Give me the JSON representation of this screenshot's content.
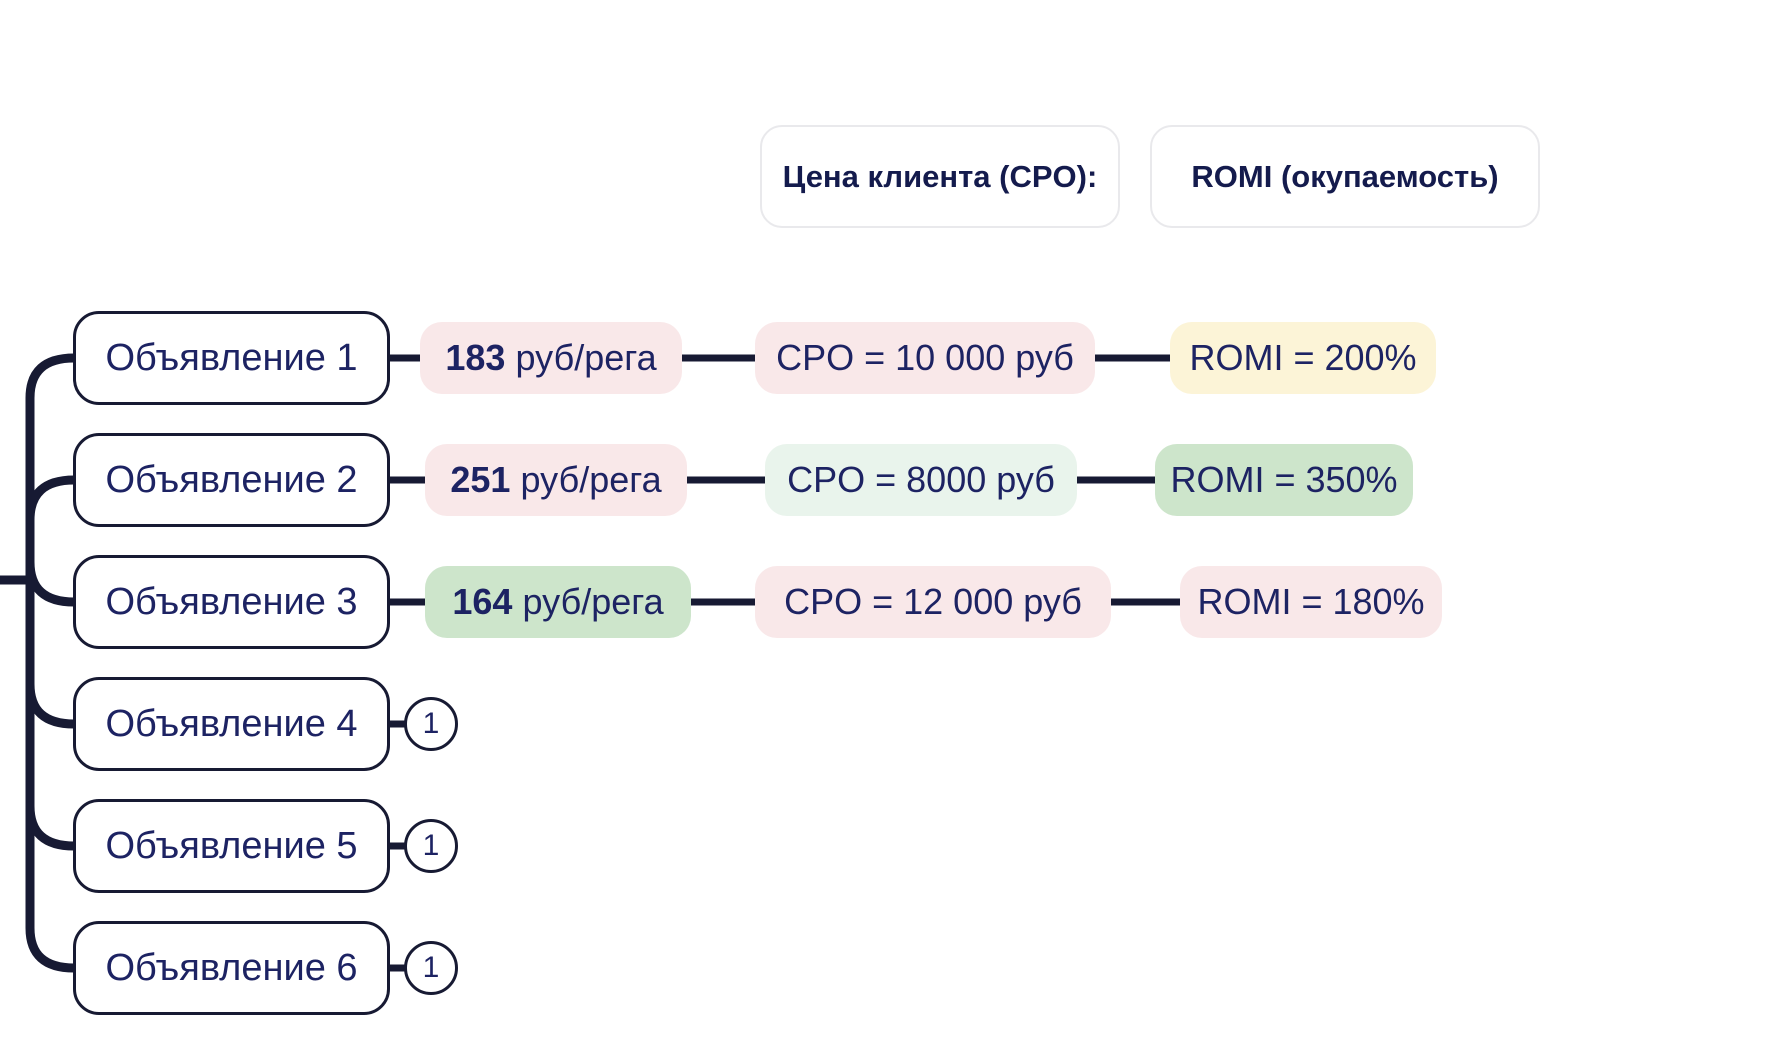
{
  "headers": {
    "cpo": "Цена клиента (CPO):",
    "romi": "ROMI (окупаемость)"
  },
  "rows": [
    {
      "node": "Объявление 1",
      "cost_value": "183",
      "cost_unit": "руб/рега",
      "cpo": "CPO = 10 000 руб",
      "romi": "ROMI = 200%"
    },
    {
      "node": "Объявление 2",
      "cost_value": "251",
      "cost_unit": "руб/рега",
      "cpo": "CPO = 8000 руб",
      "romi": "ROMI = 350%"
    },
    {
      "node": "Объявление 3",
      "cost_value": "164",
      "cost_unit": "руб/рега",
      "cpo": "CPO = 12 000 руб",
      "romi": "ROMI = 180%"
    },
    {
      "node": "Объявление 4",
      "badge": "1"
    },
    {
      "node": "Объявление 5",
      "badge": "1"
    },
    {
      "node": "Объявление 6",
      "badge": "1"
    }
  ],
  "colors": {
    "connector_line": "#171a33",
    "text_navy": "#1d2363",
    "pill_pink": "#f9e8e9",
    "pill_mint": "#e9f4ec",
    "pill_green": "#cde5cb",
    "pill_yellow": "#fcf4d7",
    "header_border": "#e9e9ec"
  }
}
